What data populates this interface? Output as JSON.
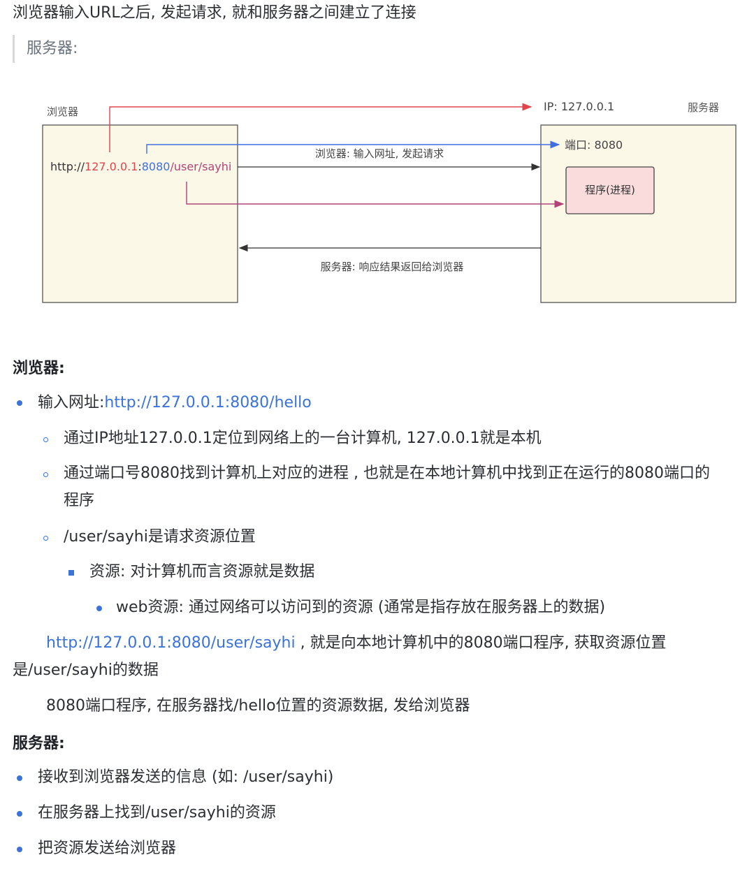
{
  "intro": "浏览器输入URL之后, 发起请求, 就和服务器之间建立了连接",
  "quote": "服务器:",
  "diagram": {
    "browser_label": "浏览器",
    "server_label": "服务器",
    "ip_label": "IP: 127.0.0.1",
    "port_label": "端口: 8080",
    "url_prefix": "http://",
    "url_ip": "127.0.0.1",
    "url_colon": ":",
    "url_port": "8080",
    "url_path": "/user/sayhi",
    "request_label": "浏览器: 输入网址, 发起请求",
    "program_label": "程序(进程)",
    "response_label": "服务器: 响应结果返回给浏览器",
    "colors": {
      "ip": "#e0454d",
      "port": "#3f6fe0",
      "path": "#b2437a",
      "box_fill": "#fbf8e8",
      "program_fill": "#fadcdc"
    }
  },
  "browser_section": {
    "heading": "浏览器:",
    "item1_label": "输入网址:",
    "item1_link": "http://127.0.0.1:8080/hello",
    "sub1": "通过IP地址127.0.0.1定位到网络上的一台计算机, 127.0.0.1就是本机",
    "sub2_line1": "通过端口号8080找到计算机上对应的进程 , 也就是在本地计算机中找到正在运行的8080端口的",
    "sub2_line2": "程序",
    "sub3": "/user/sayhi是请求资源位置",
    "sub3_1": "资源: 对计算机而言资源就是数据",
    "sub3_1_1": "web资源: 通过网络可以访问到的资源 (通常是指存放在服务器上的数据)"
  },
  "para1_link": "http://127.0.0.1:8080/user/sayhi",
  "para1_rest": " , 就是向本地计算机中的8080端口程序, 获取资源位置",
  "para1_line2": "是/user/sayhi的数据",
  "para2": "8080端口程序, 在服务器找/hello位置的资源数据, 发给浏览器",
  "server_section": {
    "heading": "服务器:",
    "items": [
      "接收到浏览器发送的信息 (如: /user/sayhi)",
      "在服务器上找到/user/sayhi的资源",
      "把资源发送给浏览器"
    ]
  }
}
